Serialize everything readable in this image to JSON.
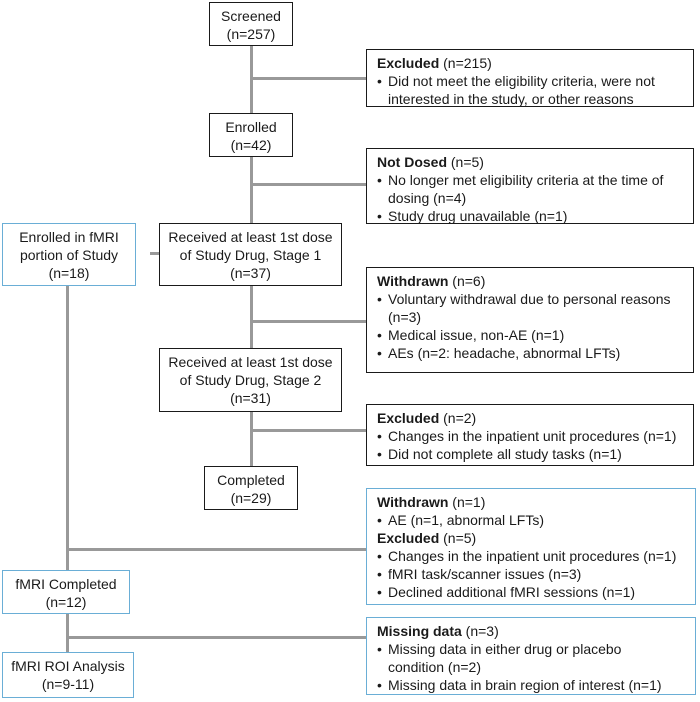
{
  "colors": {
    "main_border": "#1a1a1a",
    "fmri_border": "#6aaed6",
    "connector": "#999999"
  },
  "main": {
    "screened": [
      "Screened",
      "(n=257)"
    ],
    "enrolled": [
      "Enrolled",
      "(n=42)"
    ],
    "stage1": [
      "Received at least 1st dose",
      "of  Study Drug, Stage 1",
      "(n=37)"
    ],
    "stage2": [
      "Received at least 1st dose",
      "of  Study Drug, Stage 2",
      "(n=31)"
    ],
    "completed": [
      "Completed",
      "(n=29)"
    ]
  },
  "fmri": {
    "enrolled": [
      "Enrolled in fMRI",
      "portion of Study",
      "(n=18)"
    ],
    "completed": [
      "fMRI Completed",
      "(n=12)"
    ],
    "roi": [
      "fMRI ROI Analysis",
      "(n=9-11)"
    ]
  },
  "side": {
    "excluded1": {
      "title": "Excluded",
      "count": " (n=215)",
      "items": [
        "Did not meet the eligibility criteria, were not"
      ],
      "continuation": "interested in the study, or other reasons"
    },
    "not_dosed": {
      "title": "Not Dosed",
      "count": " (n=5)",
      "items": [
        "No longer met eligibility criteria at the time of",
        "Study drug unavailable (n=1)"
      ],
      "continuation": "dosing (n=4)"
    },
    "withdrawn1": {
      "title": "Withdrawn",
      "count": " (n=6)",
      "items": [
        "Voluntary withdrawal due to personal reasons",
        "Medical issue, non-AE (n=1)",
        "AEs (n=2: headache, abnormal LFTs)"
      ],
      "continuation": "(n=3)"
    },
    "excluded2": {
      "title": "Excluded",
      "count": " (n=2)",
      "items": [
        "Changes in the inpatient unit procedures (n=1)",
        "Did not complete all study tasks (n=1)"
      ]
    },
    "withdrawn_excluded": {
      "withdrawn_title": "Withdrawn",
      "withdrawn_count": " (n=1)",
      "withdrawn_items": [
        "AE (n=1, abnormal LFTs)"
      ],
      "excluded_title": "Excluded",
      "excluded_count": " (n=5)",
      "excluded_items": [
        "Changes in the inpatient unit procedures (n=1)",
        "fMRI task/scanner issues (n=3)",
        "Declined additional fMRI sessions (n=1)"
      ]
    },
    "missing": {
      "title": "Missing data",
      "count": " (n=3)",
      "items": [
        "Missing data in either drug or placebo",
        "Missing data in brain region of interest (n=1)"
      ],
      "continuation": "condition (n=2)"
    }
  }
}
